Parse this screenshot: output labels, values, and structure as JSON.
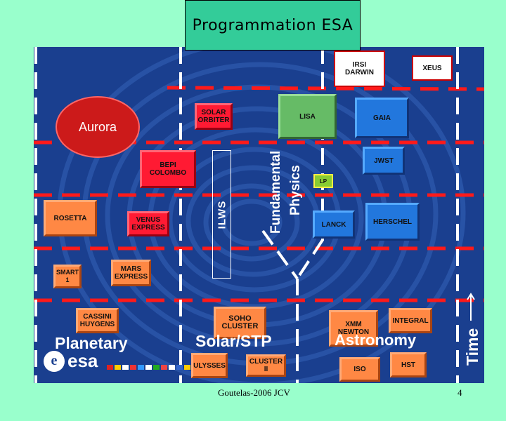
{
  "title": "Programmation ESA",
  "footer": {
    "left": "Goutelas-2006 JCV",
    "page": "4"
  },
  "colors": {
    "background": "#99ffcc",
    "title_box": "#33cc99",
    "panel": "#1a3f8f",
    "dash_red": "#ff1a1a",
    "dash_white": "#ffffff"
  },
  "aurora": "Aurora",
  "ilws": "ILWS",
  "fundamental": [
    "Fundamental",
    "Physics"
  ],
  "time_label": "Time",
  "sections": {
    "planetary": "Planetary",
    "solar": "Solar/STP",
    "astronomy": "Astronomy"
  },
  "logo": {
    "mark": "e",
    "text": "esa",
    "icon": "esa-logo-icon"
  },
  "missions": {
    "irsi": "IRSI\nDARWIN",
    "xeus": "XEUS",
    "solar_orbiter": "SOLAR\nORBITER",
    "lisa": "LISA",
    "gaia": "GAIA",
    "bepi": "BEPI\nCOLOMBO",
    "jwst": "JWST",
    "lp": "LP",
    "rosetta": "ROSETTA",
    "venus": "VENUS\nEXPRESS",
    "planck": "LANCK",
    "herschel": "HERSCHEL",
    "smart": "SMART\n1",
    "mars": "MARS\nEXPRESS",
    "cassini": "CASSINI\nHUYGENS",
    "soho": "SOHO\nCLUSTER",
    "xmm": "XMM\nNEWTON",
    "integral": "INTEGRAL",
    "ulysses": "ULYSSES",
    "cluster2": "CLUSTER II",
    "iso": "ISO",
    "hst": "HST"
  }
}
